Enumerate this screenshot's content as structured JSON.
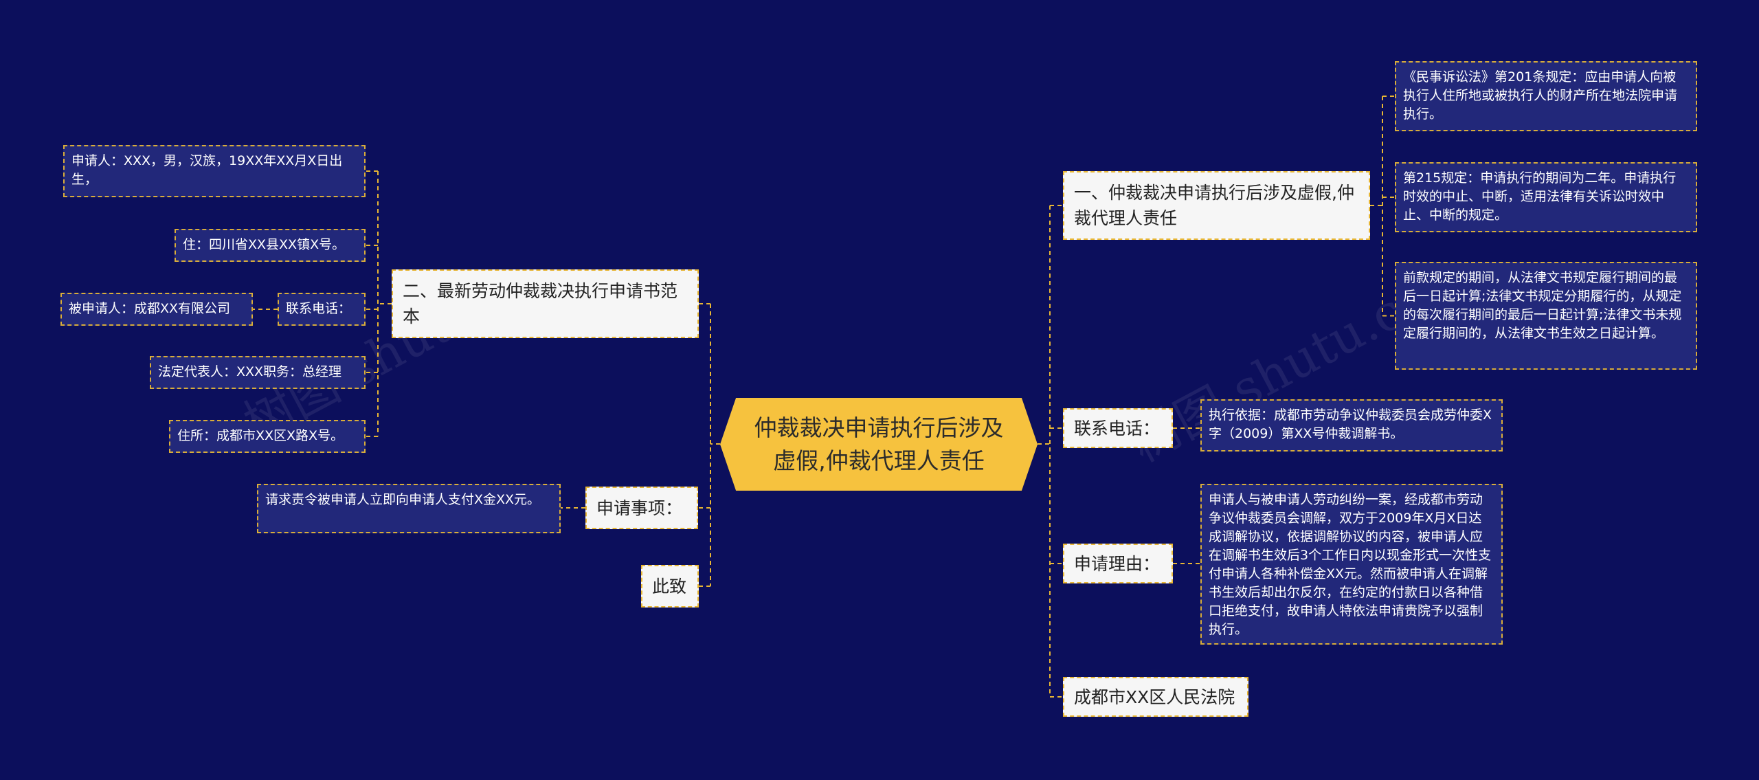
{
  "central": "仲裁裁决申请执行后涉及虚假,仲裁代理人责任",
  "right": {
    "b1": {
      "label": "一、仲裁裁决申请执行后涉及虚假,仲裁代理人责任",
      "leaves": [
        "《民事诉讼法》第201条规定：应由申请人向被执行人住所地或被执行人的财产所在地法院申请执行。",
        "第215规定：申请执行的期间为二年。申请执行时效的中止、中断，适用法律有关诉讼时效中止、中断的规定。",
        "前款规定的期间，从法律文书规定履行期间的最后一日起计算;法律文书规定分期履行的，从规定的每次履行期间的最后一日起计算;法律文书未规定履行期间的，从法律文书生效之日起计算。"
      ]
    },
    "b2": {
      "label": "联系电话：",
      "leaf": "执行依据：成都市劳动争议仲裁委员会成劳仲委X字（2009）第XX号仲裁调解书。"
    },
    "b3": {
      "label": "申请理由：",
      "leaf": "申请人与被申请人劳动纠纷一案，经成都市劳动争议仲裁委员会调解，双方于2009年X月X日达成调解协议，依据调解协议的内容，被申请人应在调解书生效后3个工作日内以现金形式一次性支付申请人各种补偿金XX元。然而被申请人在调解书生效后却出尔反尔，在约定的付款日以各种借口拒绝支付，故申请人特依法申请贵院予以强制执行。"
    },
    "b4": {
      "label": "成都市XX区人民法院"
    }
  },
  "left": {
    "b1": {
      "label": "二、最新劳动仲裁裁决执行申请书范本",
      "leaves": [
        "申请人：XXX，男，汉族，19XX年XX月X日出生，",
        "住：四川省XX县XX镇X号。",
        "法定代表人：XXX职务：总经理",
        "住所：成都市XX区X路X号。"
      ],
      "sub": {
        "label": "联系电话：",
        "leaf": "被申请人：成都XX有限公司"
      }
    },
    "b2": {
      "label": "申请事项：",
      "leaf": "请求责令被申请人立即向申请人支付X金XX元。"
    },
    "b3": {
      "label": "此致"
    }
  },
  "colors": {
    "background": "#0c0f5c",
    "central": "#f6c23e",
    "line": "#e8b634",
    "leaf": "#22287a"
  }
}
